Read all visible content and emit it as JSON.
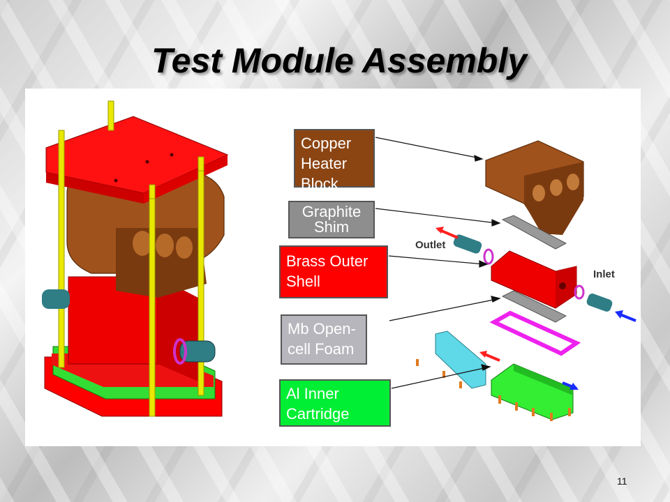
{
  "slide": {
    "title": "Test Module Assembly",
    "page_number": "11"
  },
  "diagram": {
    "labels": {
      "copper": "Copper\nHeater\nBlock",
      "graphite": "Graphite\nShim",
      "brass": "Brass Outer\nShell",
      "foam": "Mb Open-\ncell Foam",
      "al": "Al Inner\nCartridge"
    },
    "flow": {
      "outlet": "Outlet",
      "inlet": "Inlet"
    },
    "colors": {
      "copper": "#8b4513",
      "graphite": "#8e8e8e",
      "brass": "#ff0000",
      "foam": "#b6b6bc",
      "al": "#00ee33",
      "rods": "#e8e800",
      "outlet_arrow": "#ff2020",
      "inlet_arrow": "#1a2cff"
    }
  }
}
